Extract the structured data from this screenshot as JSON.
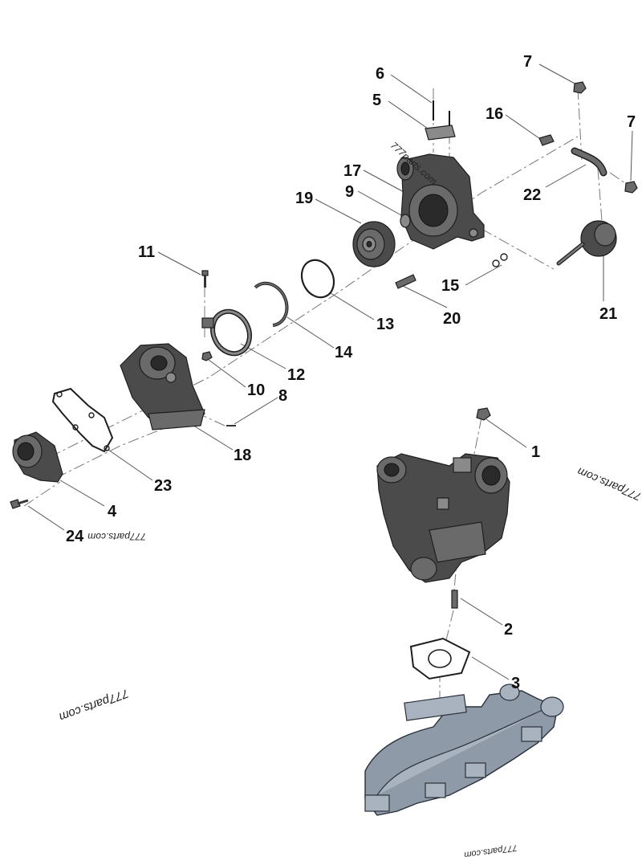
{
  "diagram": {
    "callouts": [
      "1",
      "2",
      "3",
      "4",
      "5",
      "6",
      "7",
      "7",
      "8",
      "9",
      "10",
      "11",
      "12",
      "13",
      "14",
      "15",
      "16",
      "17",
      "18",
      "19",
      "20",
      "21",
      "22",
      "23",
      "24"
    ],
    "watermarks": [
      "777parts.com",
      "777parts.com",
      "777parts.com",
      "777parts.com",
      "777parts.com"
    ]
  }
}
